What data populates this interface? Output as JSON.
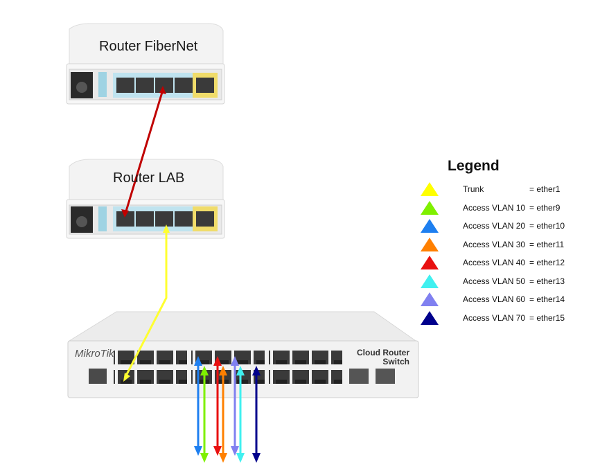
{
  "routers": {
    "top": {
      "title": "Router FiberNet"
    },
    "mid": {
      "title": "Router LAB"
    }
  },
  "switch": {
    "brand": "MikroTik",
    "model_line1": "Cloud Router",
    "model_line2": "Switch"
  },
  "legend": {
    "title": "Legend",
    "items": [
      {
        "name": "Trunk",
        "port": "= ether1",
        "color": "#ffff00"
      },
      {
        "name": "Access VLAN 10",
        "port": "= ether9",
        "color": "#7ff000"
      },
      {
        "name": "Access VLAN 20",
        "port": "= ether10",
        "color": "#1e7ff0"
      },
      {
        "name": "Access VLAN 30",
        "port": "= ether11",
        "color": "#ff8000"
      },
      {
        "name": "Access VLAN 40",
        "port": "= ether12",
        "color": "#e81010"
      },
      {
        "name": "Access VLAN 50",
        "port": "= ether13",
        "color": "#40f0f0"
      },
      {
        "name": "Access VLAN 60",
        "port": "= ether14",
        "color": "#8080f0"
      },
      {
        "name": "Access VLAN 70",
        "port": "= ether15",
        "color": "#00008c"
      }
    ]
  },
  "links": {
    "fibernet_lab": {
      "color": "#c00000"
    },
    "trunk": {
      "color": "#ffff30"
    }
  }
}
